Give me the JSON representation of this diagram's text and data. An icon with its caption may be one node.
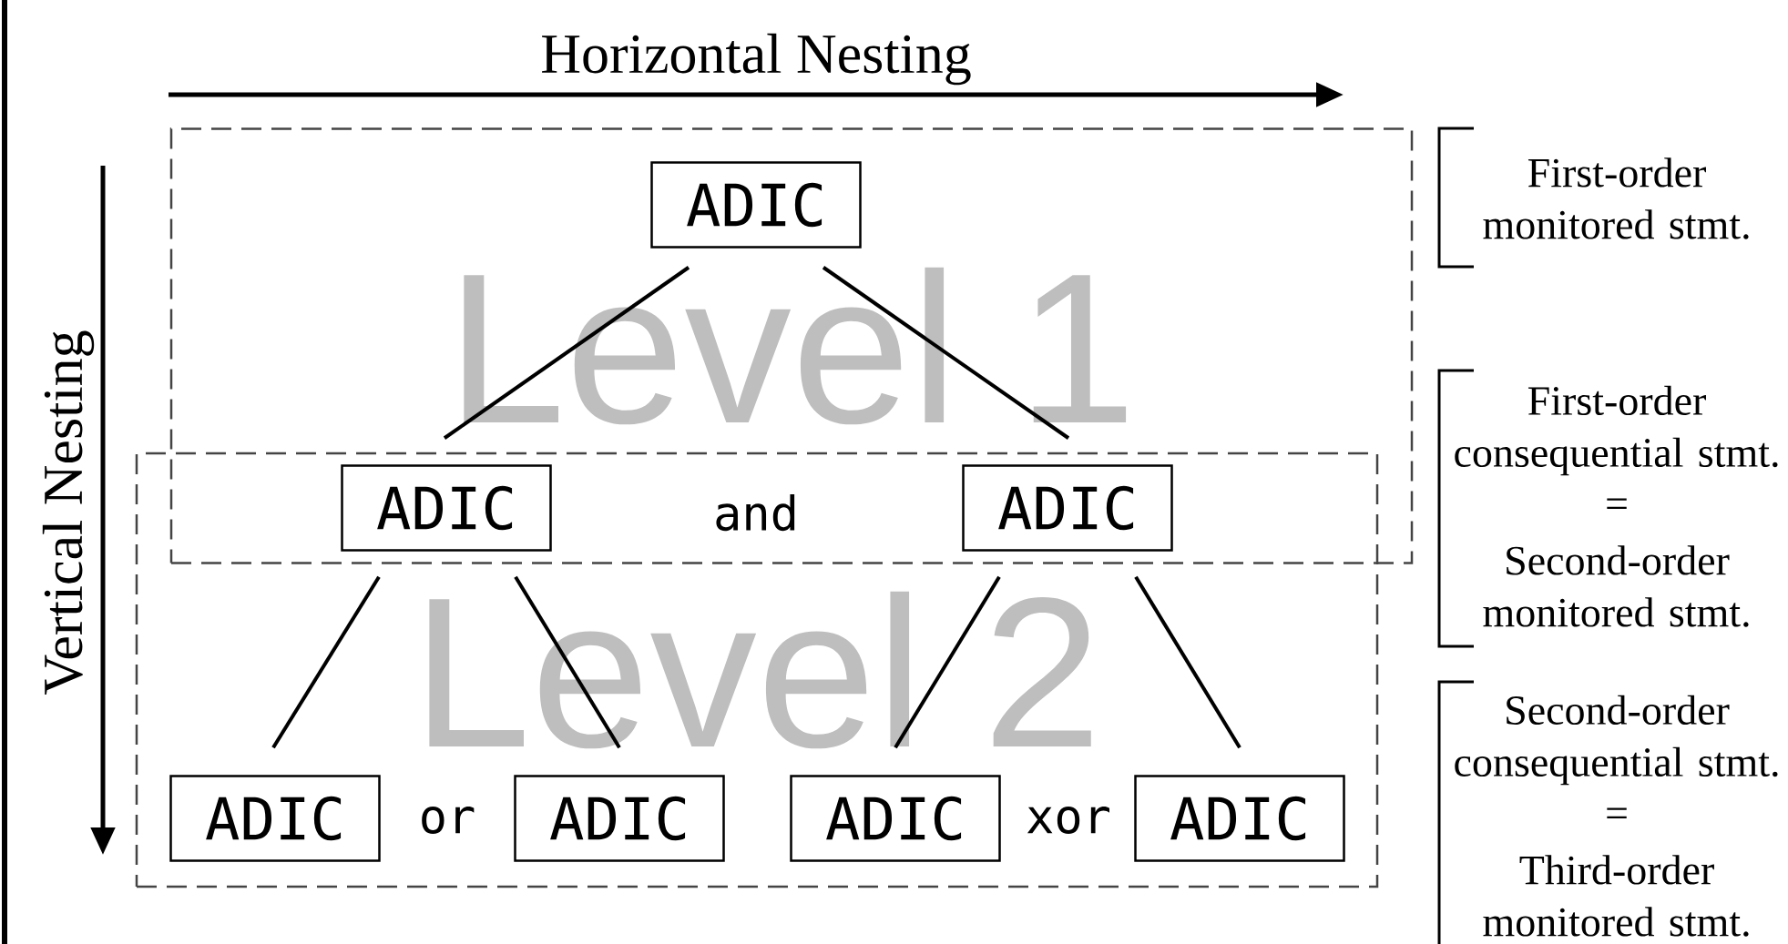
{
  "diagram": {
    "nodes": [
      {
        "text": [
          "Level 1"
        ]
      },
      {
        "text": [
          "ADIC"
        ],
        "in": 0
      },
      {
        "text": [
          "Level 2"
        ]
      },
      {
        "text": [
          "ADIC"
        ]
      },
      {
        "text": [
          "ADIC"
        ]
      },
      {
        "text": [
          "ADIC"
        ],
        "in": 2
      },
      {
        "text": [
          "ADIC"
        ],
        "in": 2
      },
      {
        "text": [
          "ADIC"
        ],
        "in": 2
      },
      {
        "text": [
          "ADIC"
        ],
        "in": 2
      }
    ],
    "edges": [
      {
        "from": 1,
        "to": 3,
        "arrow": "none"
      },
      {
        "from": 1,
        "to": 4,
        "arrow": "none"
      },
      {
        "from": 3,
        "to": 5,
        "arrow": "none"
      },
      {
        "from": 3,
        "to": 6,
        "arrow": "none"
      },
      {
        "from": 4,
        "to": 7,
        "arrow": "none"
      },
      {
        "from": 4,
        "to": 8,
        "arrow": "none"
      }
    ],
    "labels": [
      "Horizontal Nesting",
      "Vertical Nesting",
      "and",
      "or",
      "xor",
      "First-order monitored stmt.",
      "First-order consequential stmt.",
      "=",
      "Second-order monitored stmt.",
      "Second-order consequential stmt.",
      "=",
      "Third-order monitored stmt."
    ]
  }
}
